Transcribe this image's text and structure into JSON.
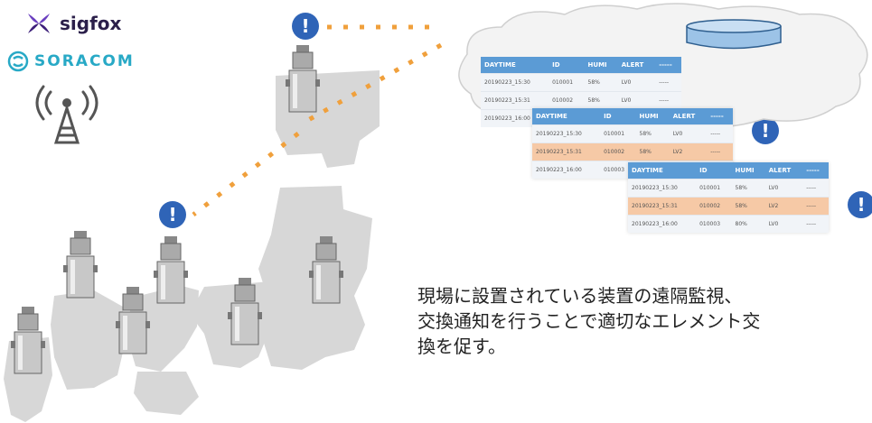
{
  "logos": {
    "sigfox": "sigfox",
    "soracom": "SORACOM"
  },
  "colors": {
    "accent_blue": "#2f64b7",
    "link_orange": "#f0a03c",
    "table_header": "#5b9bd5",
    "alert_row": "#f6c9a6",
    "map_gray": "#d7d7d7"
  },
  "alert_icon": "!",
  "tables": [
    {
      "headers": [
        "DAYTIME",
        "ID",
        "HUMI",
        "ALERT",
        "-----"
      ],
      "rows": [
        {
          "cells": [
            "20190223_15:30",
            "010001",
            "58%",
            "LV0",
            "-----"
          ],
          "alert": false
        },
        {
          "cells": [
            "20190223_15:31",
            "010002",
            "58%",
            "LV0",
            "-----"
          ],
          "alert": false
        },
        {
          "cells": [
            "20190223_16:00",
            "",
            "",
            "",
            ""
          ],
          "alert": false
        }
      ]
    },
    {
      "headers": [
        "DAYTIME",
        "ID",
        "HUMI",
        "ALERT",
        "-----"
      ],
      "rows": [
        {
          "cells": [
            "20190223_15:30",
            "010001",
            "58%",
            "LV0",
            "-----"
          ],
          "alert": false
        },
        {
          "cells": [
            "20190223_15:31",
            "010002",
            "58%",
            "LV2",
            "-----"
          ],
          "alert": true
        },
        {
          "cells": [
            "20190223_16:00",
            "010003",
            "",
            "",
            ""
          ],
          "alert": false
        }
      ]
    },
    {
      "headers": [
        "DAYTIME",
        "ID",
        "HUMI",
        "ALERT",
        "-----"
      ],
      "rows": [
        {
          "cells": [
            "20190223_15:30",
            "010001",
            "58%",
            "LV0",
            "-----"
          ],
          "alert": false
        },
        {
          "cells": [
            "20190223_15:31",
            "010002",
            "58%",
            "LV2",
            "-----"
          ],
          "alert": true
        },
        {
          "cells": [
            "20190223_16:00",
            "010003",
            "80%",
            "LV0",
            "-----"
          ],
          "alert": false
        }
      ]
    }
  ],
  "caption": {
    "line1": "現場に設置されている装置の遠隔監視、",
    "line2": "交換通知を行うことで適切なエレメント交",
    "line3": "換を促す。"
  }
}
